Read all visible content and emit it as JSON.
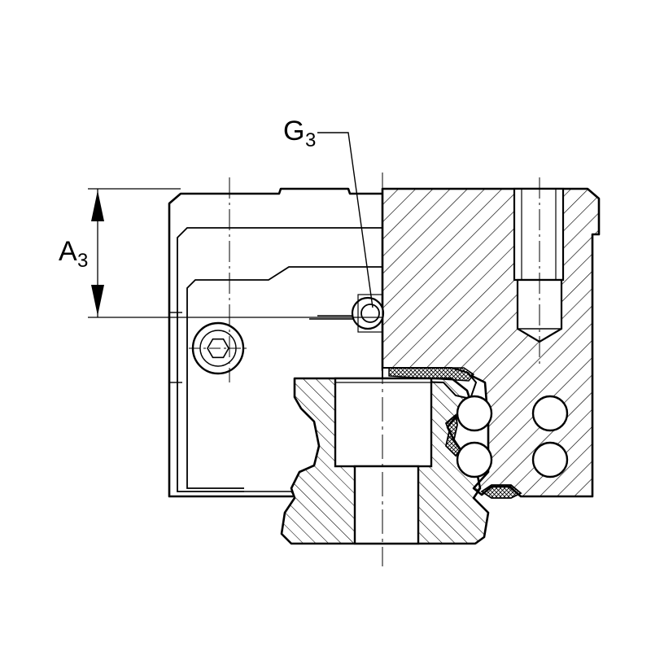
{
  "labels": {
    "a3_main": "A",
    "a3_sub": "3",
    "g3_main": "G",
    "g3_sub": "3"
  },
  "colors": {
    "line": "#000000",
    "background": "#ffffff"
  }
}
